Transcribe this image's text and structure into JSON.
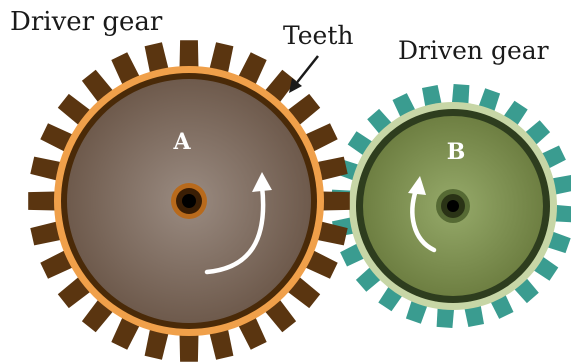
{
  "labels": {
    "driver_gear": "Driver gear",
    "teeth": "Teeth",
    "driven_gear": "Driven gear"
  },
  "gear_a": {
    "letter": "A",
    "tooth_count": 28,
    "colors": {
      "teeth": "#5a3510",
      "rim": "#f0a04a",
      "inner_ring": "#4a2a08",
      "face_center": "#9a8b81",
      "face_edge": "#6e5a4c",
      "hub": "#3a1e05",
      "hub_ring": "#b86a1c",
      "axle": "#000000"
    }
  },
  "gear_b": {
    "letter": "B",
    "tooth_count": 24,
    "colors": {
      "teeth": "#3a9c90",
      "rim": "#c7d6a6",
      "inner_ring": "#2e3d1e",
      "face_center": "#96aa6a",
      "face_edge": "#6e7f42",
      "hub": "#2a3316",
      "hub_ring": "#566a34",
      "axle": "#000000"
    }
  },
  "rotation_arrow_color": "#ffffff"
}
